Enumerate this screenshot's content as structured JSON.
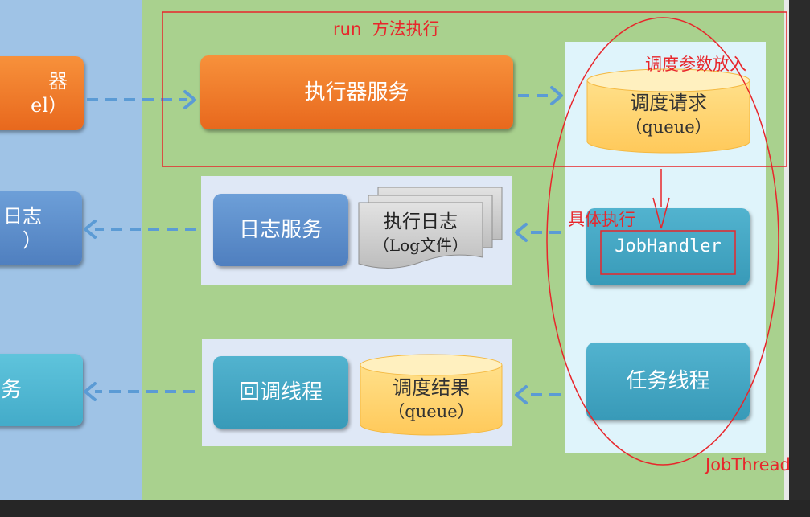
{
  "left_column": {
    "top_box": {
      "line1": "器",
      "line2": "el）"
    },
    "mid_box": {
      "line1": "日志",
      "line2": "）"
    },
    "bottom_box": {
      "line1": "务"
    }
  },
  "center": {
    "executor_service": "执行器服务",
    "log_service": "日志服务",
    "exec_log": {
      "line1": "执行日志",
      "line2": "（Log文件）"
    },
    "callback_thread": "回调线程",
    "schedule_result": {
      "line1": "调度结果",
      "line2": "（queue）"
    }
  },
  "right_column": {
    "schedule_request": {
      "line1": "调度请求",
      "line2": "（queue）"
    },
    "job_handler": "JobHandler",
    "task_thread": "任务线程"
  },
  "annotations": {
    "run_label": "run  方法执行",
    "params_label": "调度参数放入",
    "execute_label": "具体执行",
    "jobthread_label": "JobThread"
  },
  "colors": {
    "annotation_red": "#e8262b",
    "arrow_blue": "#5b9bd5",
    "left_panel": "#9fc3e6",
    "right_panel": "#a9d18e"
  }
}
